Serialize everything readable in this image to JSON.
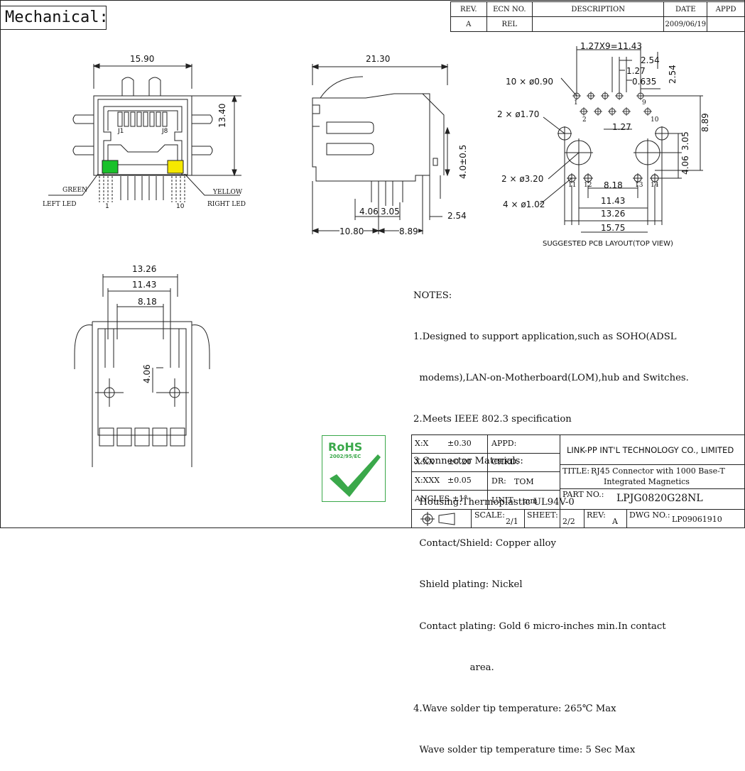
{
  "header": {
    "title": "Mechanical:"
  },
  "revision": {
    "headers": [
      "REV.",
      "ECN NO.",
      "DESCRIPTION",
      "DATE",
      "APPD"
    ],
    "row": [
      "A",
      "REL",
      "",
      "2009/06/19",
      ""
    ]
  },
  "front_view": {
    "width": "15.90",
    "height": "13.40",
    "j1": "J1",
    "j8": "J8",
    "green": "GREEN",
    "left_led": "LEFT LED",
    "yellow": "YELLOW",
    "right_led": "RIGHT LED",
    "pin1": "1",
    "pin10": "10",
    "led_green": "#19c12a",
    "led_yellow": "#f5e800"
  },
  "side_view": {
    "length": "21.30",
    "height": "4.0±0.5",
    "d1": "4.06",
    "d2": "3.05",
    "d3": "2.54",
    "d4": "10.80",
    "d5": "8.89"
  },
  "pcb_layout": {
    "top": "1.27X9=11.43",
    "d254": "2.54",
    "d127": "1.27",
    "d0635": "0.635",
    "d254v": "2.54",
    "h10": "10 × ø0.90",
    "h2a": "2 × ø1.70",
    "h2b": "2 × ø3.20",
    "h4": "4 × ø1.02",
    "p1": "1",
    "p2": "2",
    "p9": "9",
    "p10": "10",
    "p11": "11",
    "p12": "12",
    "p13": "13",
    "p14": "14",
    "c127": "1.27",
    "v889": "8.89",
    "v305": "3.05",
    "v406": "4.06",
    "w818": "8.18",
    "w1143": "11.43",
    "w1326": "13.26",
    "w1575": "15.75",
    "caption": "SUGGESTED PCB LAYOUT(TOP VIEW)"
  },
  "bottom_view": {
    "w1": "13.26",
    "w2": "11.43",
    "w3": "8.18",
    "h": "4.06"
  },
  "notes": [
    "NOTES:",
    "1.Designed to support application,such as SOHO(ADSL",
    "  modems),LAN-on-Motherboard(LOM),hub and Switches.",
    "2.Meets IEEE 802.3 specification",
    "3.Connector Materials:",
    "  Housing:Thermoplastic UL94V-0",
    "  Contact/Shield: Copper alloy",
    "  Shield plating: Nickel",
    "  Contact plating: Gold 6 micro-inches min.In contact",
    "                   area.",
    "4.Wave solder tip temperature: 265℃ Max",
    "  Wave solder tip temperature time: 5 Sec Max"
  ],
  "rohs": {
    "title": "RoHS",
    "sub": "2002/95/EC",
    "color": "#3aa84a"
  },
  "titleblock": {
    "tol1_label": "X:X",
    "tol1": "±0.30",
    "tol2_label": "X:XX",
    "tol2": "±0.20",
    "tol3_label": "X:XXX",
    "tol3": "±0.05",
    "angles": "ANGLES ±1°",
    "appd": "APPD:",
    "chkd": "CHKD:",
    "dr": "DR:",
    "dr_value": "TOM",
    "unit": "UNIT:",
    "unit_value": "mm",
    "company": "LINK-PP INT'L TECHNOLOGY CO., LIMITED",
    "title_label": "TITLE:",
    "title_line1": "RJ45 Connector with 1000 Base-T",
    "title_line2": "Integrated Magnetics",
    "part_label": "PART NO.:",
    "part_no": "LPJG0820G28NL",
    "scale_label": "SCALE:",
    "scale": "2/1",
    "sheet_label": "SHEET:",
    "sheet": "2/2",
    "rev_label": "REV:",
    "rev": "A",
    "dwg_label": "DWG NO.:",
    "dwg": "LP09061910"
  }
}
